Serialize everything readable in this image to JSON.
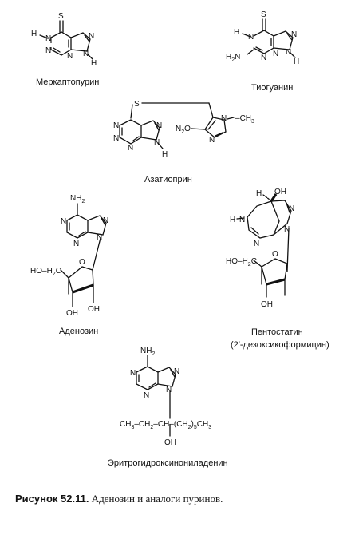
{
  "structures": [
    {
      "id": "mercaptopurine",
      "name": "Меркаптопурин",
      "atoms": [
        "S",
        "H",
        "N",
        "N",
        "N",
        "N",
        "N",
        "H"
      ]
    },
    {
      "id": "thioguanine",
      "name": "Тиогуанин",
      "atoms": [
        "S",
        "H",
        "N",
        "N",
        "N",
        "N",
        "N",
        "H",
        "H",
        "N"
      ],
      "amino_sub": "2"
    },
    {
      "id": "azathioprine",
      "name": "Азатиоприн",
      "atoms": [
        "S",
        "N",
        "N",
        "N",
        "N",
        "N",
        "H",
        "N",
        "N",
        "O",
        "CH",
        "N"
      ],
      "nitro_sub": "2",
      "methyl_sub": "3"
    },
    {
      "id": "adenosine",
      "name": "Аденозин",
      "atoms": [
        "NH",
        "N",
        "N",
        "N",
        "N",
        "HO",
        "H",
        "C",
        "O",
        "OH",
        "OH"
      ],
      "amino_sub": "2",
      "ch2_sub": "2"
    },
    {
      "id": "pentostatin",
      "name_line1": "Пентостатин",
      "name_line2": "(2′-дезоксикоформицин)",
      "atoms": [
        "H",
        "OH",
        "H",
        "N",
        "N",
        "N",
        "N",
        "HO",
        "H",
        "C",
        "O",
        "OH"
      ],
      "ch2_sub": "2"
    },
    {
      "id": "ehna",
      "name": "Эритрогидроксинониладенин",
      "atoms": [
        "NH",
        "N",
        "N",
        "N",
        "N",
        "CH",
        "CH",
        "CH",
        "OH",
        "(CH",
        ")",
        "CH"
      ],
      "amino_sub": "2",
      "ch3_sub_a": "3",
      "ch2_sub": "2",
      "n_sub": "5",
      "ch3_sub_b": "3"
    }
  ],
  "caption": {
    "lead": "Рисунок 52.11.",
    "text": " Аденозин и аналоги пуринов."
  }
}
